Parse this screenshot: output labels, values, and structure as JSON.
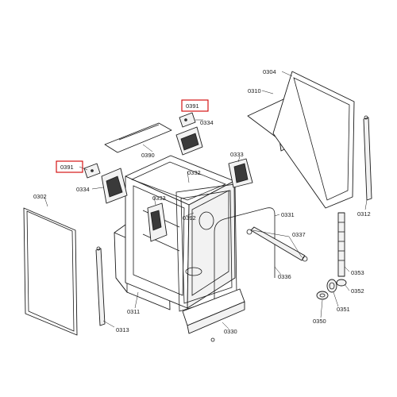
{
  "diagram": {
    "highlight_color": "#d00000",
    "labels": {
      "p0304": "0304",
      "p0310": "0310",
      "p0391_top": "0391",
      "p0334_top": "0334",
      "p0390": "0390",
      "p0391_left": "0391",
      "p0333_right": "0333",
      "p0332": "0332",
      "p0334_left": "0334",
      "p0302": "0302",
      "p0333_mid": "0333",
      "p0392": "0392",
      "p0331": "0331",
      "p0312": "0312",
      "p0337": "0337",
      "p0336": "0336",
      "p0353": "0353",
      "p0352": "0352",
      "p0351": "0351",
      "p0350": "0350",
      "p0311": "0311",
      "p0313": "0313",
      "p0330": "0330"
    }
  }
}
